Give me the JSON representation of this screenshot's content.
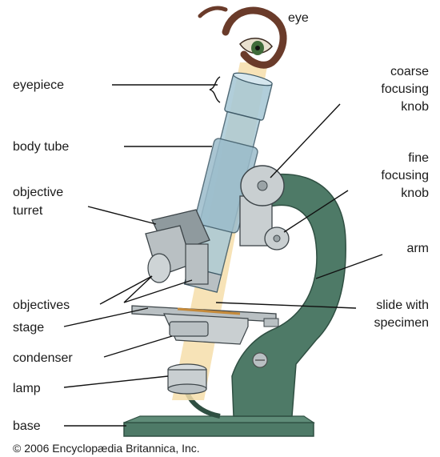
{
  "labels": {
    "eye": "eye",
    "eyepiece": "eyepiece",
    "coarse_focusing_knob": [
      "coarse",
      "focusing",
      "knob"
    ],
    "body_tube": "body tube",
    "fine_focusing_knob": [
      "fine",
      "focusing",
      "knob"
    ],
    "objective_turret": [
      "objective",
      "turret"
    ],
    "arm": "arm",
    "objectives": "objectives",
    "slide_with_specimen": [
      "slide with",
      "specimen"
    ],
    "stage": "stage",
    "condenser": "condenser",
    "lamp": "lamp",
    "base": "base"
  },
  "credit": "© 2006 Encyclopædia Britannica, Inc.",
  "colors": {
    "arm_green": "#4e7a67",
    "tube_blue": "#a9c9d6",
    "light_beam": "#f6deaa",
    "metal_gray": "#b9c0c3"
  }
}
